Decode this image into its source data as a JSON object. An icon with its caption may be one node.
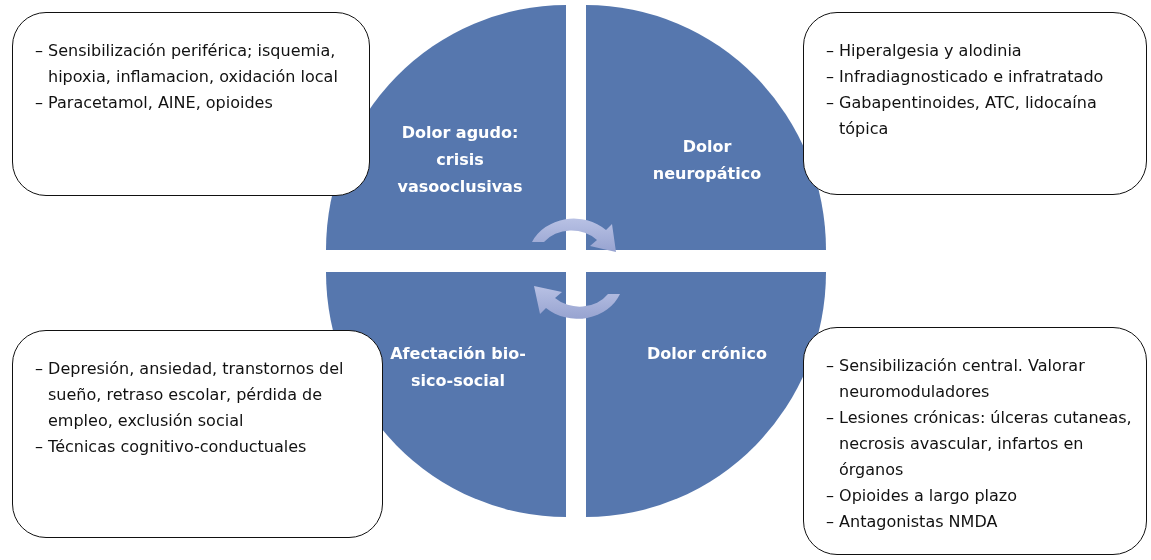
{
  "diagram": {
    "nodes": [
      {
        "text": [
          "– Sensibilización periférica; isquemia, hipoxia, inflamacion, oxidación local",
          "– Paracetamol, AINE, opioides"
        ]
      },
      {
        "text": [
          "Dolor agudo: crisis vasooclusivas"
        ]
      },
      {
        "text": [
          "Dolor neuropático"
        ]
      },
      {
        "text": [
          "– Hiperalgesia y alodinia",
          "– Infradiagnosticado e infratratado",
          "– Gabapentinoides, ATC, lidocaína tópica"
        ]
      },
      {
        "text": [
          "– Depresión, ansiedad, transtornos del sueño, retraso escolar, pérdida de empleo, exclusión social",
          "– Técnicas cognitivo-conductuales"
        ]
      },
      {
        "text": [
          "Afectación bio-sico-social"
        ]
      },
      {
        "text": [
          "Dolor crónico"
        ]
      },
      {
        "text": [
          "– Sensibilización central. Valorar neuromoduladores",
          "– Lesiones crónicas: úlceras cutaneas, necrosis avascular, infartos en órganos",
          "– Opioides a largo plazo",
          "– Antagonistas NMDA"
        ]
      }
    ],
    "edges": []
  }
}
